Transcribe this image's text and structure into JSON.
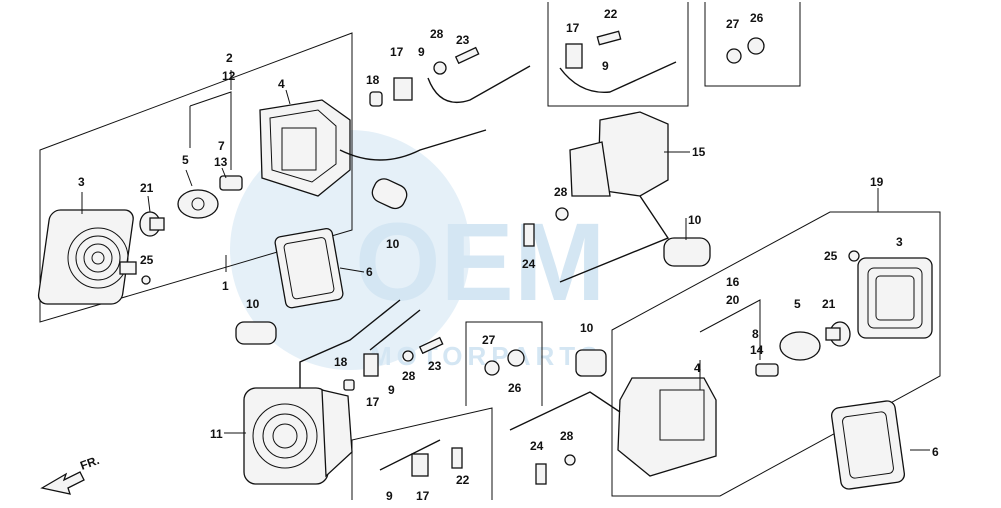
{
  "watermark": {
    "brand": "OEM",
    "subtitle": "MOTORPARTS"
  },
  "direction_label": "FR.",
  "callouts": {
    "c1": "1",
    "c2": "2",
    "c12": "12",
    "c3a": "3",
    "c4a": "4",
    "c5a": "5",
    "c7": "7",
    "c13": "13",
    "c21a": "21",
    "c25a": "25",
    "c6a": "6",
    "c10a": "10",
    "c10b": "10",
    "c10c": "10",
    "c10d": "10",
    "c11": "11",
    "c17a": "17",
    "c9a": "9",
    "c28a": "28",
    "c23a": "23",
    "c18a": "18",
    "c17b": "17",
    "c9b": "9",
    "c28b": "28",
    "c23b": "23",
    "c18b": "18",
    "c17c": "17",
    "c22a": "22",
    "c9c": "9",
    "c27a": "27",
    "c26a": "26",
    "c15": "15",
    "c24a": "24",
    "c28c": "28",
    "c19": "19",
    "c3b": "3",
    "c25b": "25",
    "c16": "16",
    "c20": "20",
    "c8": "8",
    "c5b": "5",
    "c21b": "21",
    "c14": "14",
    "c4b": "4",
    "c6b": "6",
    "c27b": "27",
    "c26b": "26",
    "c24b": "24",
    "c28d": "28",
    "c9d": "9",
    "c17d": "17",
    "c22b": "22"
  }
}
